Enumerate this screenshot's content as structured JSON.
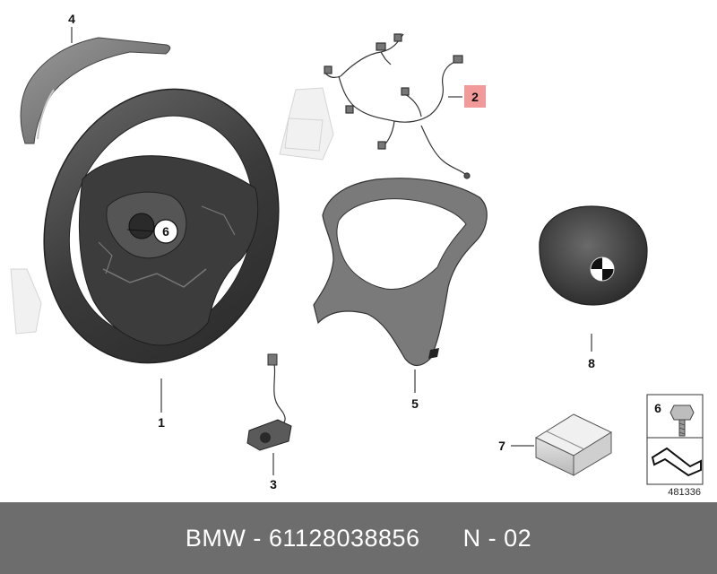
{
  "callouts": {
    "c1": "1",
    "c2": "2",
    "c3": "3",
    "c4": "4",
    "c5": "5",
    "c6_hub": "6",
    "c6_box": "6",
    "c7": "7",
    "c8": "8"
  },
  "reference_number": "481336",
  "footer": {
    "brand": "BMW",
    "separator": " - ",
    "part_number": "61128038856",
    "gap": "      ",
    "page": "N - 02"
  },
  "colors": {
    "highlight": "#f29a9a",
    "footer_bg": "#6d6d6d",
    "footer_text": "#ffffff"
  }
}
